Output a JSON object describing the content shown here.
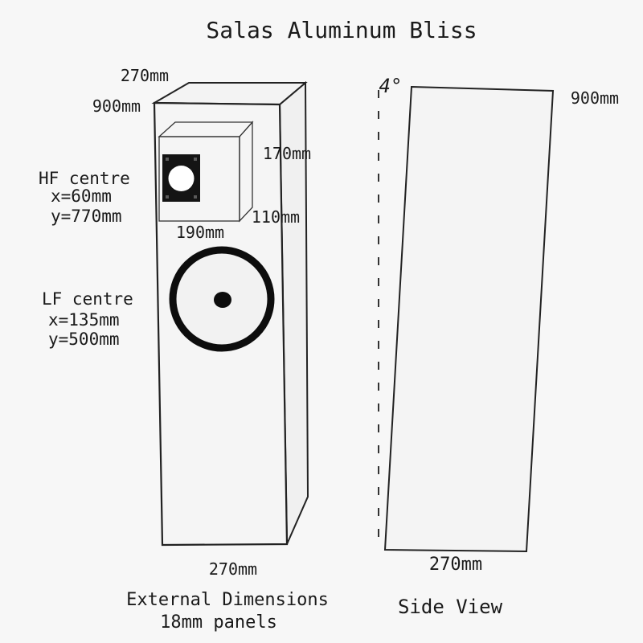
{
  "title": "Salas Aluminum Bliss",
  "front": {
    "top_depth_label": "270mm",
    "height_label": "900mm",
    "bottom_width_label": "270mm",
    "hf_box_height_label": "170mm",
    "hf_box_depth_label": "110mm",
    "hf_box_width_label": "190mm",
    "hf_centre": {
      "title": "HF centre",
      "x": "x=60mm",
      "y": "y=770mm"
    },
    "lf_centre": {
      "title": "LF centre",
      "x": "x=135mm",
      "y": "y=500mm"
    },
    "caption_line1": "External Dimensions",
    "caption_line2": "18mm panels"
  },
  "side": {
    "angle_label": "4°",
    "height_label": "900mm",
    "width_label": "270mm",
    "caption": "Side View"
  }
}
